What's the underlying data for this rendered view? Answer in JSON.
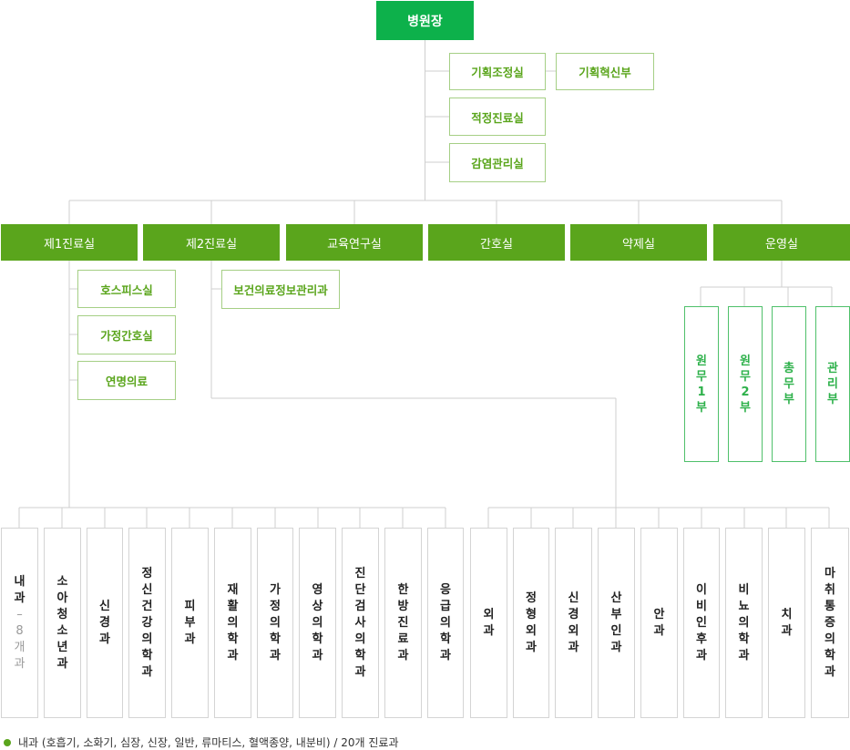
{
  "root": "병원장",
  "staff": [
    "기획조정실",
    "기획혁신부",
    "적정진료실",
    "감염관리실"
  ],
  "divisions": [
    "제1진료실",
    "제2진료실",
    "교육연구실",
    "간호실",
    "약제실",
    "운영실"
  ],
  "div1_units": [
    "호스피스실",
    "가정간호실",
    "연명의료"
  ],
  "div2_units": [
    "보건의료정보관리과"
  ],
  "ops_units": [
    "원무1부",
    "원무2부",
    "총무부",
    "관리부"
  ],
  "internal_medicine": {
    "name": "내과",
    "note": "–8개과"
  },
  "div1_depts": [
    "소아청소년과",
    "신경과",
    "정신건강의학과",
    "피부과",
    "재활의학과",
    "가정의학과",
    "영상의학과",
    "진단검사의학과",
    "한방진료과",
    "응급의학과"
  ],
  "div2_depts": [
    "외과",
    "정형외과",
    "신경외과",
    "산부인과",
    "안과",
    "이비인후과",
    "비뇨의학과",
    "치과",
    "마취통증의학과"
  ],
  "legend": "내과 (호흡기, 소화기, 심장, 신장, 일반, 류마티스, 혈액종양, 내분비) / 20개 진료과",
  "colors": {
    "root": "#0db14b",
    "division": "#5aa51c",
    "box_border": "#a5cf85",
    "line": "#cccccc"
  }
}
